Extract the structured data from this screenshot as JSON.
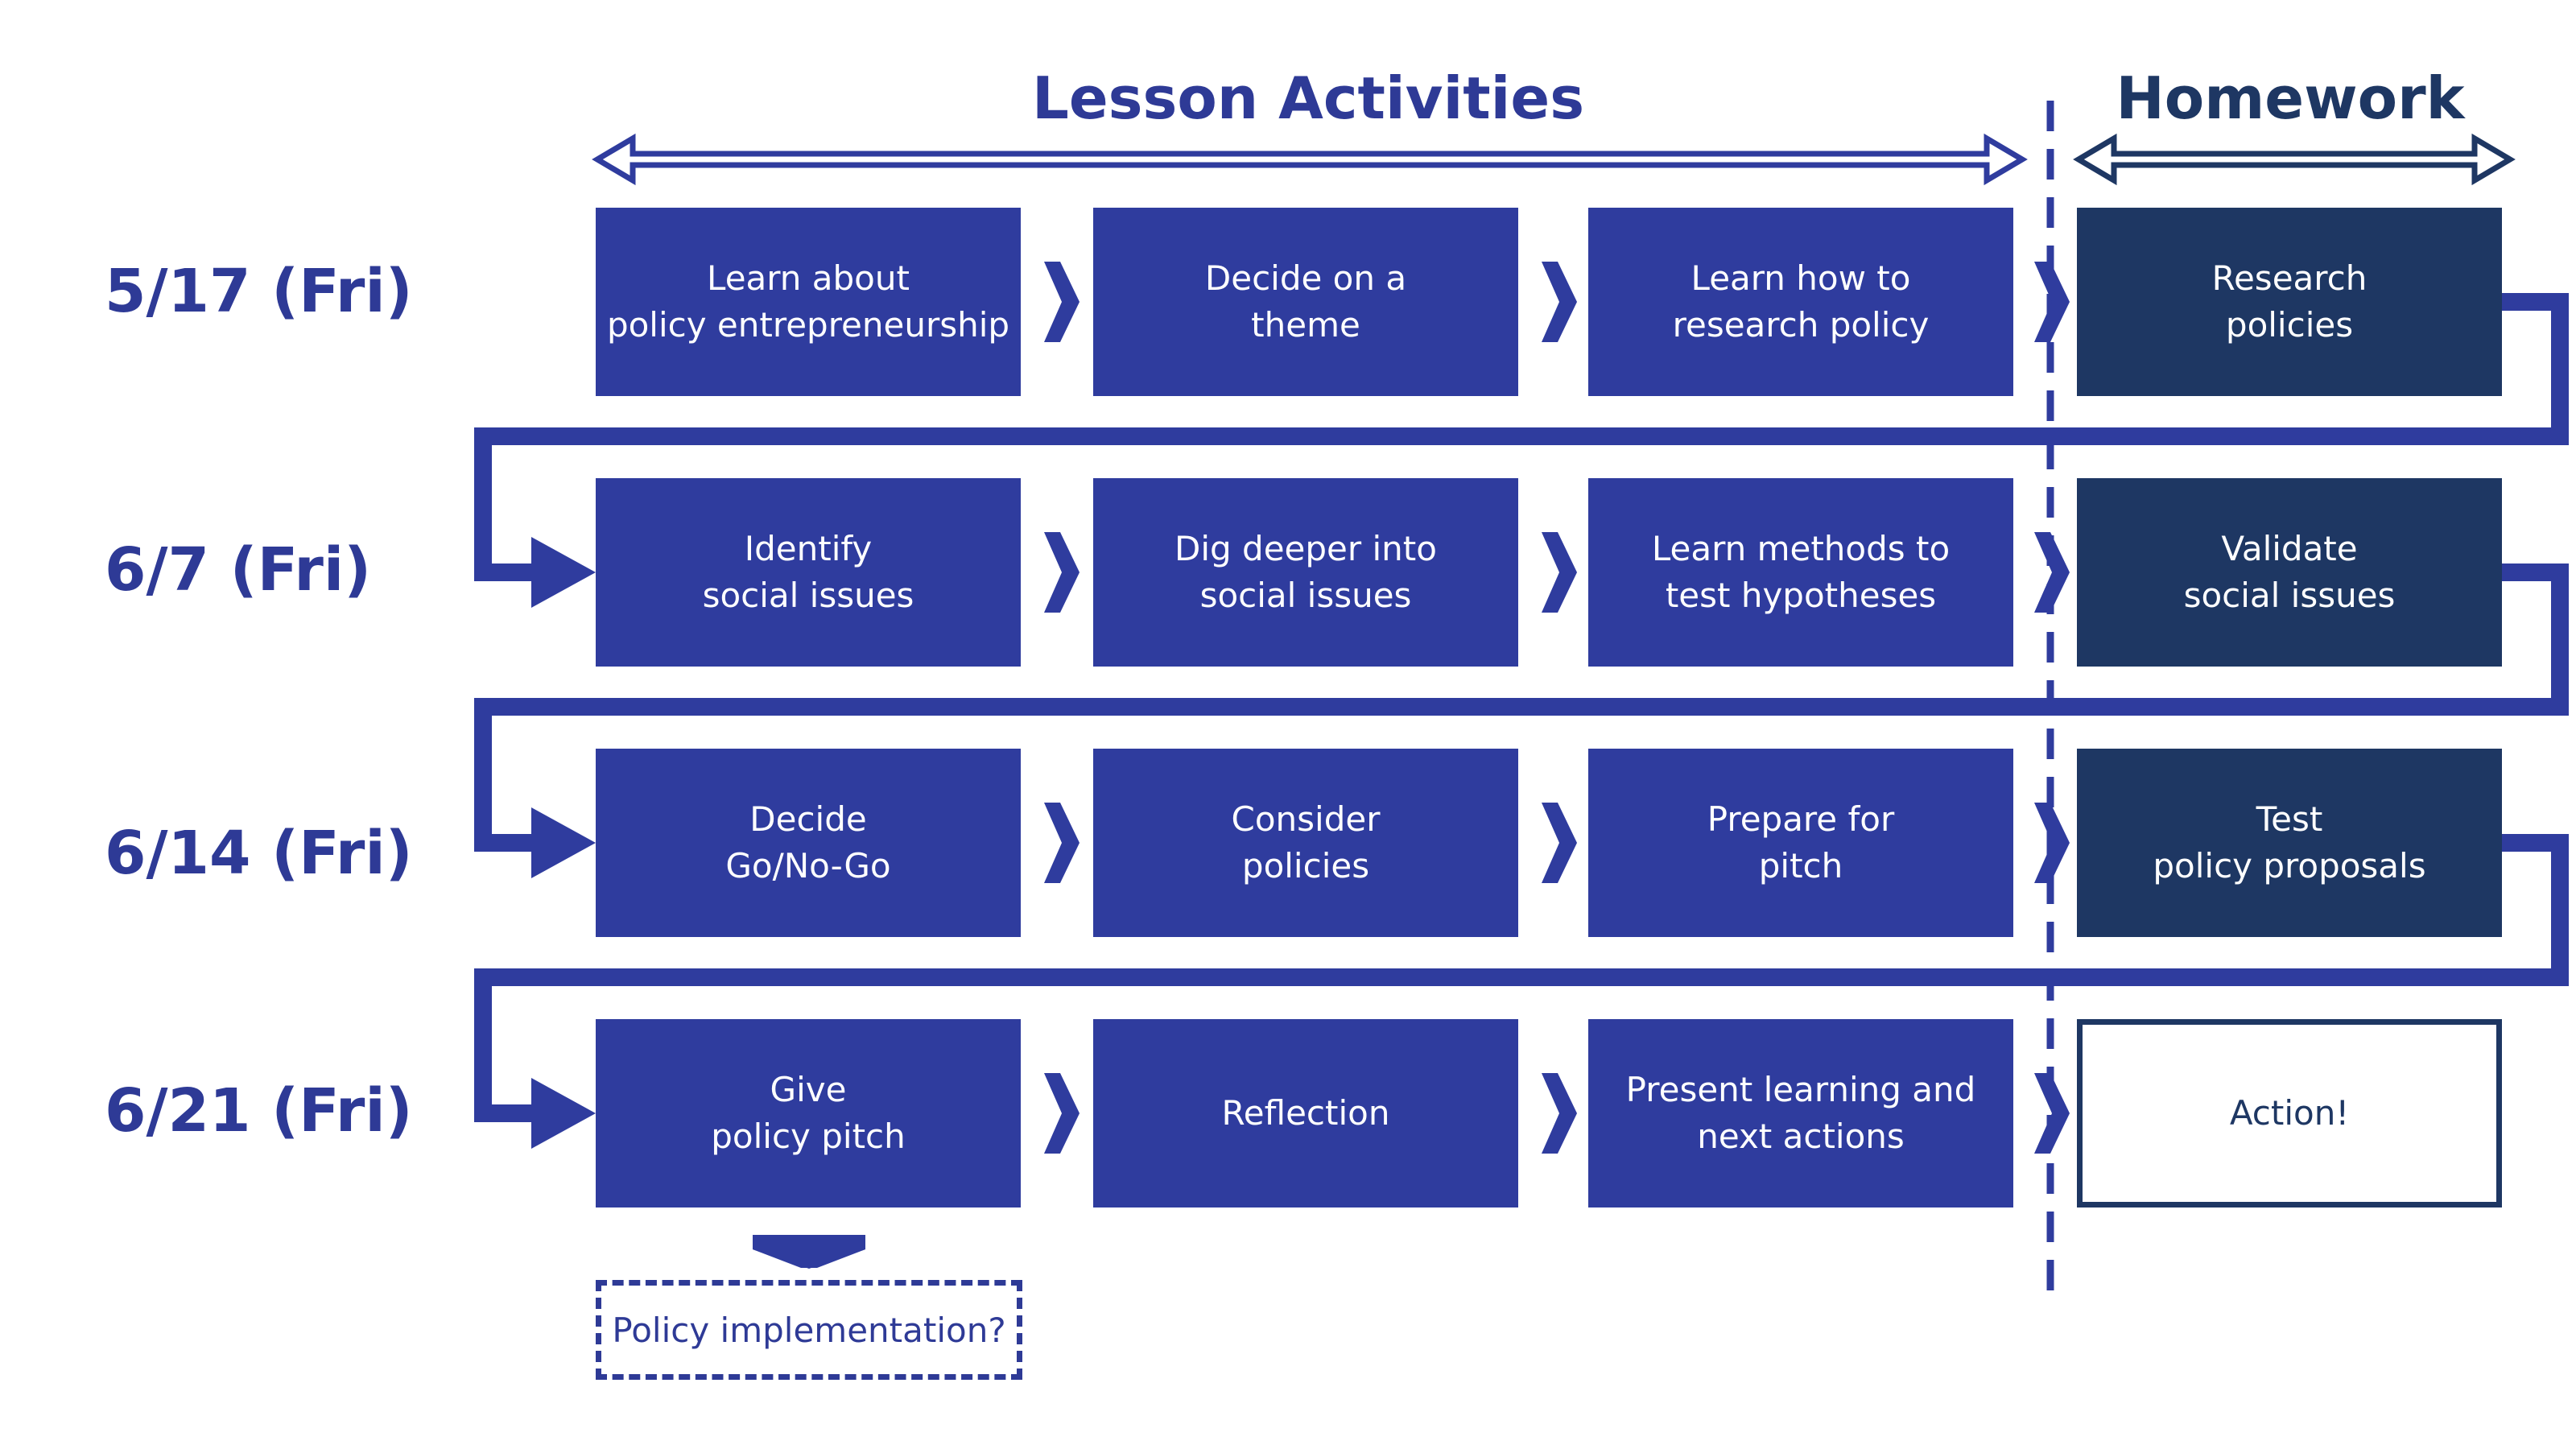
{
  "headers": {
    "lesson": "Lesson Activities",
    "homework": "Homework"
  },
  "rows": [
    {
      "date": "5/17 (Fri)",
      "lessons": [
        [
          "Learn about",
          "policy entrepreneurship"
        ],
        [
          "Decide on a",
          "theme"
        ],
        [
          "Learn how to",
          "research policy"
        ]
      ],
      "homework": [
        "Research",
        "policies"
      ]
    },
    {
      "date": "6/7 (Fri)",
      "lessons": [
        [
          "Identify",
          "social issues"
        ],
        [
          "Dig deeper into",
          "social issues"
        ],
        [
          "Learn methods to",
          "test hypotheses"
        ]
      ],
      "homework": [
        "Validate",
        "social issues"
      ]
    },
    {
      "date": "6/14 (Fri)",
      "lessons": [
        [
          "Decide",
          "Go/No-Go"
        ],
        [
          "Consider",
          "policies"
        ],
        [
          "Prepare for",
          "pitch"
        ]
      ],
      "homework": [
        "Test",
        "policy proposals"
      ]
    },
    {
      "date": "6/21 (Fri)",
      "lessons": [
        [
          "Give",
          "policy pitch"
        ],
        [
          "Reflection"
        ],
        [
          "Present learning and",
          "next actions"
        ]
      ],
      "homework": [
        "Action!"
      ]
    }
  ],
  "followup": "Policy implementation?",
  "colors": {
    "lesson": "#2f3c9e",
    "homework": "#1e3763",
    "text_accent": "#2e3a96",
    "divider": "#2f3c9e"
  }
}
